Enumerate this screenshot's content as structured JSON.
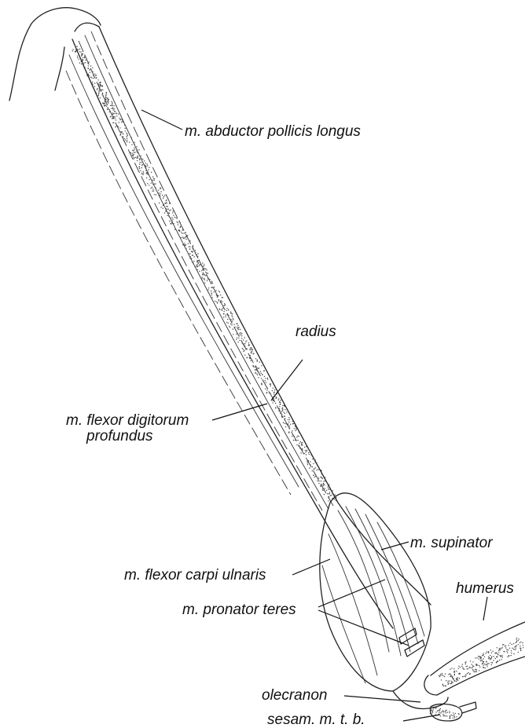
{
  "labels": {
    "abductor": "m. abductor pollicis longus",
    "radius": "radius",
    "flexor_dig_1": "m. flexor digitorum",
    "flexor_dig_2": "profundus",
    "supinator": "m. supinator",
    "flexor_carpi": "m. flexor carpi ulnaris",
    "humerus": "humerus",
    "pronator": "m. pronator teres",
    "olecranon": "olecranon",
    "sesam": "sesam. m. t. b."
  }
}
